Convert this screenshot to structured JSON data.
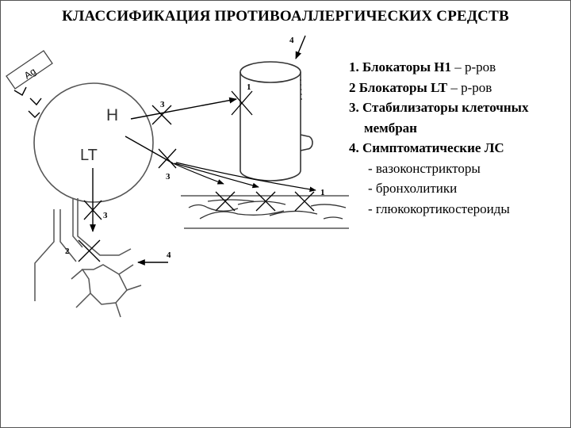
{
  "title": "КЛАССИФИКАЦИЯ ПРОТИВОАЛЛЕРГИЧЕСКИХ СРЕДСТВ",
  "diagram": {
    "antigen_label": "Ag",
    "histamine_label": "H",
    "leukotriene_label": "LT",
    "site_numbers": {
      "vessel_top": "4",
      "vessel_block": "1",
      "h_block": "3",
      "lt_block": "3",
      "down_block": "3",
      "intestine_block": "1",
      "bronchi_block": "2",
      "bronchi_arrow": "4"
    }
  },
  "legend": {
    "items": [
      {
        "num": "1.",
        "bold": "Блокаторы H1",
        "rest": " – р-ров"
      },
      {
        "num": "2 ",
        "bold": "Блокаторы LT",
        "rest": " – р-ров"
      },
      {
        "num": "3.",
        "bold": "Стабилизаторы клеточных",
        "rest": ""
      }
    ],
    "item3_cont": "мембран",
    "item4": "4. Симптоматические ЛС",
    "subitems": [
      "- вазоконстрикторы",
      "- бронхолитики",
      "- глюкокортикостероиды"
    ]
  }
}
